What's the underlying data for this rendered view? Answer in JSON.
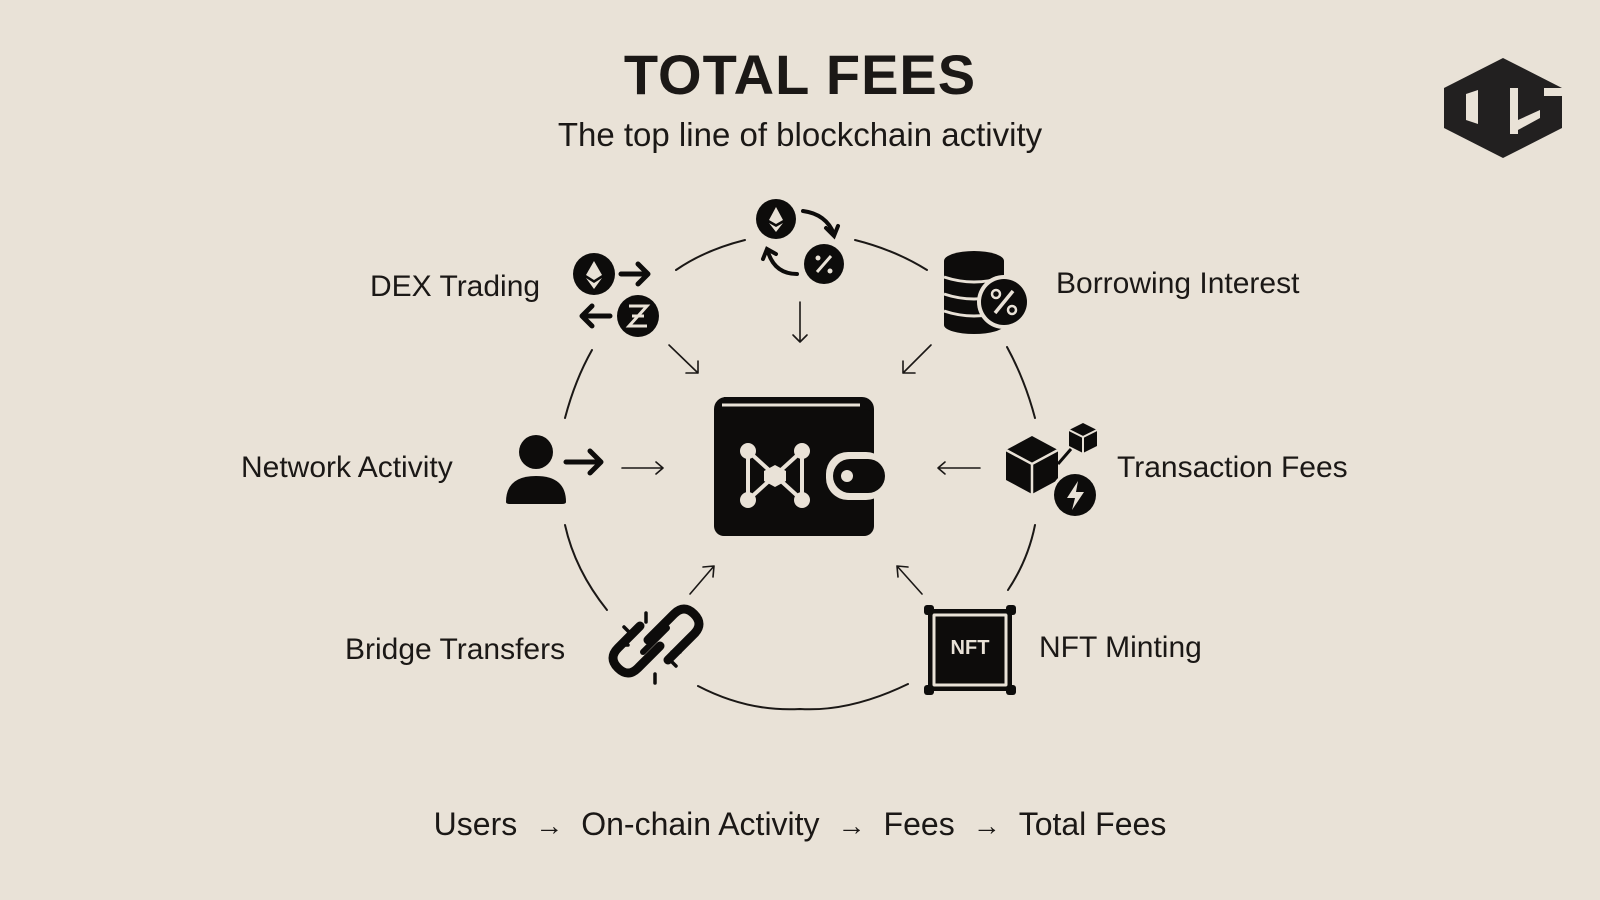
{
  "header": {
    "title": "TOTAL FEES",
    "subtitle": "The top line of blockchain activity"
  },
  "logo": {
    "icon": "hexagon-brand-logo",
    "color": "#222020"
  },
  "center": {
    "icon": "wallet-network-icon",
    "description": "Wallet collecting all fees"
  },
  "sources": [
    {
      "label": "DEX Trading",
      "icon": "token-swap-icon"
    },
    {
      "label": "",
      "icon": "eth-percent-cycle-icon"
    },
    {
      "label": "Borrowing Interest",
      "icon": "database-percent-icon"
    },
    {
      "label": "Network Activity",
      "icon": "user-arrow-icon"
    },
    {
      "label": "Transaction Fees",
      "icon": "blocks-lightning-icon"
    },
    {
      "label": "Bridge Transfers",
      "icon": "broken-chain-link-icon"
    },
    {
      "label": "NFT Minting",
      "icon": "nft-frame-icon",
      "badge": "NFT"
    }
  ],
  "flow": {
    "steps": [
      "Users",
      "On-chain Activity",
      "Fees",
      "Total Fees"
    ],
    "separator": "→"
  },
  "colors": {
    "background": "#e9e2d7",
    "ink": "#1b1816",
    "icon_fill": "#0d0c0b",
    "icon_inner": "#e9e2d7"
  }
}
